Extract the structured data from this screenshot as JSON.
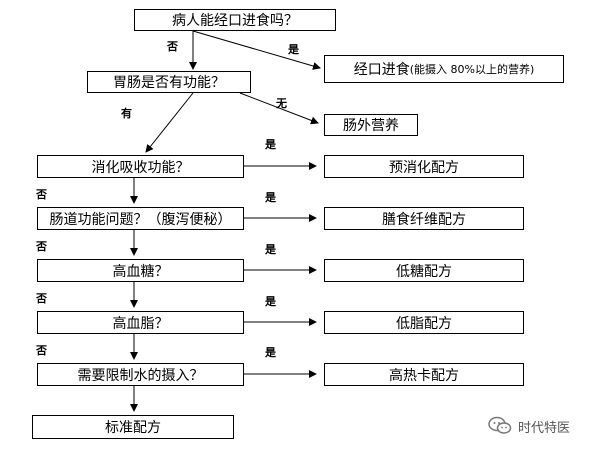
{
  "nodes": {
    "oral_intake": "病人能经口进食吗？",
    "oral_feeding": "经口进食",
    "oral_feeding_note": "(能摄入 80%以上的营养)",
    "gi_function": "胃肠是否有功能？",
    "parenteral": "肠外营养",
    "digestion": "消化吸收功能？",
    "predigested": "预消化配方",
    "intestinal_issue": "肠道功能问题？（腹泻便秘）",
    "fiber": "膳食纤维配方",
    "hyperglycemia": "高血糖？",
    "low_sugar": "低糖配方",
    "hyperlipidemia": "高血脂？",
    "low_fat": "低脂配方",
    "fluid_limit": "需要限制水的摄入？",
    "high_calorie": "高热卡配方",
    "standard": "标准配方"
  },
  "labels": {
    "yes": "是",
    "no": "否",
    "have": "有",
    "none": "无"
  },
  "watermark": {
    "text": "时代特医",
    "icon": "wechat-icon"
  }
}
